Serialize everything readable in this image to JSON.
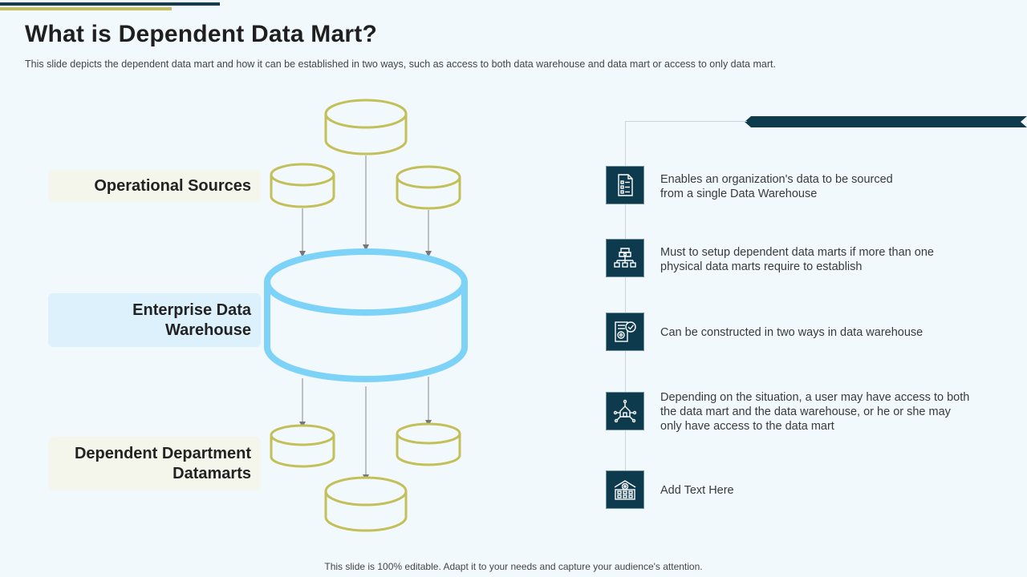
{
  "slide": {
    "title": "What is Dependent Data Mart?",
    "subtitle": "This slide depicts the dependent  data mart and how it can be established in two ways, such as access to both data warehouse  and data mart or access to only data mart.",
    "footer": "This slide is 100% editable. Adapt it to your needs and capture your audience's attention."
  },
  "labels": {
    "operational_sources": "Operational  Sources",
    "enterprise_dw_line1": "Enterprise Data",
    "enterprise_dw_line2": "Warehouse",
    "dependent_line1": "Dependent Department",
    "dependent_line2": "Datamarts"
  },
  "items": [
    {
      "line1": "Enables an organization's data to be sourced",
      "line2": "from a single Data Warehouse",
      "line3": "",
      "icon": "document-list-icon"
    },
    {
      "line1": "Must to setup dependent data marts if more than one",
      "line2": "physical data marts require to establish",
      "line3": "",
      "icon": "hierarchy-network-icon"
    },
    {
      "line1": "Can be constructed in two ways in data warehouse",
      "line2": "",
      "line3": "",
      "icon": "server-settings-icon"
    },
    {
      "line1": "Depending on the situation, a user may have access to both",
      "line2": "the data mart and the data warehouse, or he or she may",
      "line3": "only have access to the data mart",
      "icon": "network-home-icon"
    },
    {
      "line1": "Add Text Here",
      "line2": "",
      "line3": "",
      "icon": "building-gear-icon"
    }
  ],
  "colors": {
    "background": "#f2f9fd",
    "navy": "#0e3a4e",
    "olive": "#c3c05a",
    "sky_blue": "#7dd3f7"
  }
}
